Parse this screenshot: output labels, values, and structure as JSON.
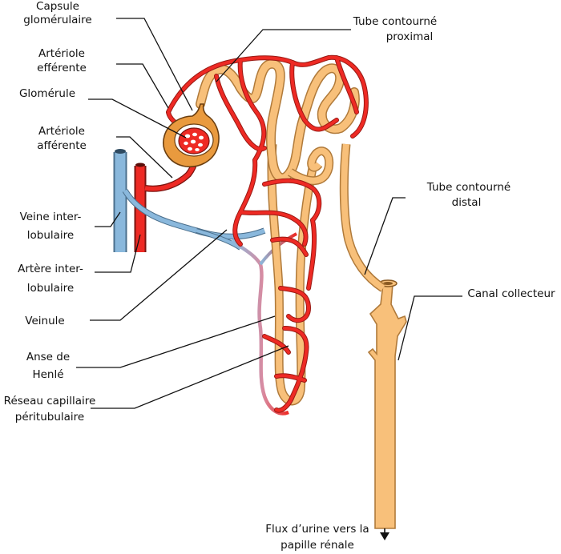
{
  "labels": {
    "capsule_l1": "Capsule",
    "capsule_l2": "glomérulaire",
    "efferent_l1": "Artériole",
    "efferent_l2": "efférente",
    "glomerule": "Glomérule",
    "afferent_l1": "Artériole",
    "afferent_l2": "afférente",
    "veine_l1": "Veine inter-",
    "veine_l2": "lobulaire",
    "artere_l1": "Artère inter-",
    "artere_l2": "lobulaire",
    "veinule": "Veinule",
    "anse_l1": "Anse de",
    "anse_l2": "Henlé",
    "reseau_l1": "Réseau capillaire",
    "reseau_l2": "péritubulaire",
    "proximal_l1": "Tube contourné",
    "proximal_l2": "proximal",
    "distal_l1": "Tube contourné",
    "distal_l2": "distal",
    "collecteur": "Canal collecteur",
    "flux_l1": "Flux d’urine vers la",
    "flux_l2": "papille rénale"
  },
  "colors": {
    "tubule_fill": "#f8c07a",
    "tubule_outline": "#b07a3a",
    "capsule_fill": "#e99a3e",
    "artery_red": "#ee2a24",
    "vein_blue": "#8ab8dc",
    "label_text": "#111111"
  }
}
